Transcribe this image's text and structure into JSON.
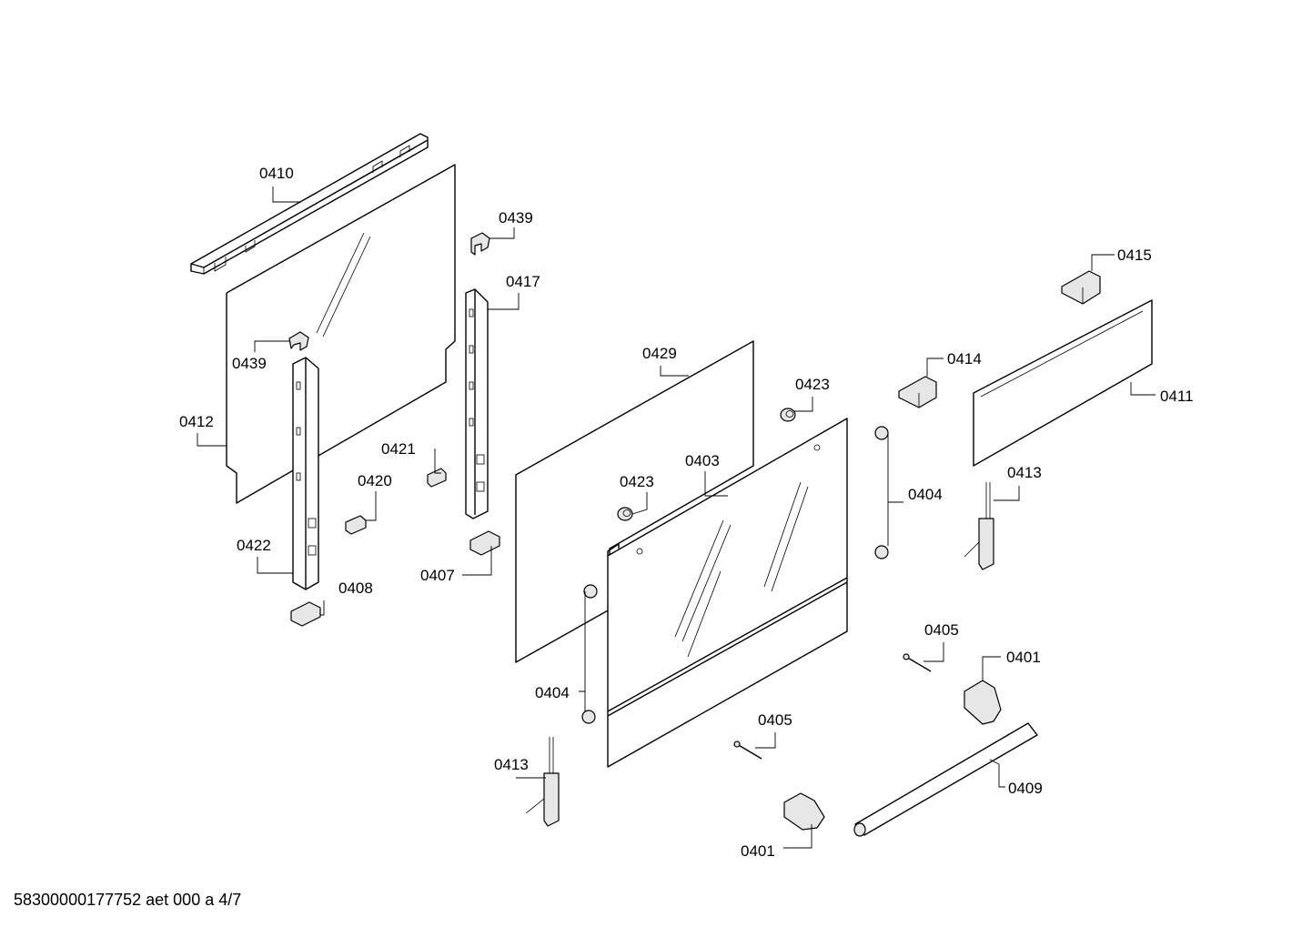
{
  "document_id": "58300000177752 aet 000 a 4/7",
  "parts": {
    "p0410": "0410",
    "p0439a": "0439",
    "p0417": "0417",
    "p0439b": "0439",
    "p0412": "0412",
    "p0421": "0421",
    "p0420": "0420",
    "p0422": "0422",
    "p0408": "0408",
    "p0407": "0407",
    "p0429": "0429",
    "p0423a": "0423",
    "p0423b": "0423",
    "p0403": "0403",
    "p0404a": "0404",
    "p0404b": "0404",
    "p0415": "0415",
    "p0414": "0414",
    "p0411": "0411",
    "p0413a": "0413",
    "p0413b": "0413",
    "p0405a": "0405",
    "p0405b": "0405",
    "p0401a": "0401",
    "p0401b": "0401",
    "p0409": "0409"
  }
}
